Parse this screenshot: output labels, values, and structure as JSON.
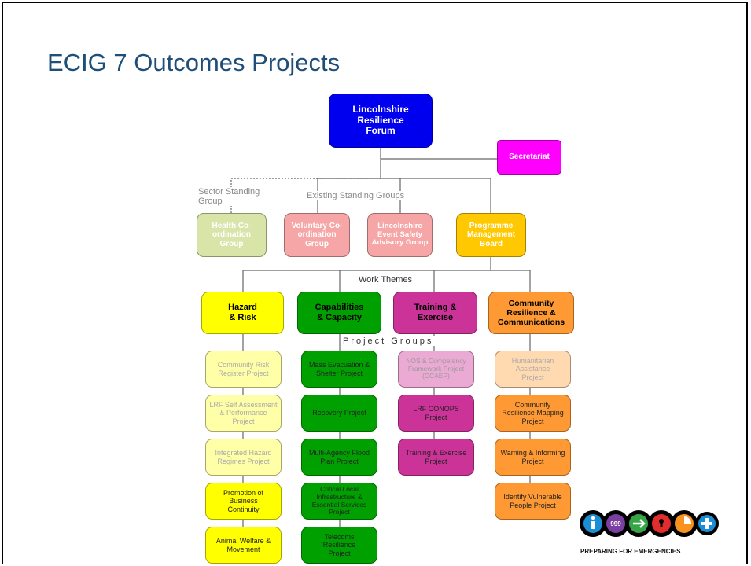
{
  "slide": {
    "title": "ECIG 7 Outcomes Projects"
  },
  "chart": {
    "top": {
      "lrf": "Lincolnshire Resilience Forum",
      "secretariat": "Secretariat"
    },
    "labels": {
      "sector_standing_group": "Sector Standing Group",
      "existing_standing_groups": "Existing Standing Groups",
      "work_themes": "Work Themes",
      "project_groups": "Project Groups"
    },
    "groups": {
      "health": "Health Co-ordination Group",
      "voluntary": "Voluntary Co-ordination Group",
      "event_safety": "Lincolnshire Event Safety Advisory Group",
      "programme": "Programme Management Board"
    },
    "themes": {
      "hazard": "Hazard & Risk",
      "capabilities": "Capabilities & Capacity",
      "training": "Training & Exercise",
      "community": "Community Resilience & Communications"
    },
    "projects": {
      "hazard": [
        "Community Risk Register Project",
        "LRF Self Assessment & Performance Project",
        "Integrated Hazard Regimes Project",
        "Promotion of Business Continuity",
        "Animal Welfare & Movement"
      ],
      "capabilities": [
        "Mass Evacuation & Shelter Project",
        "Recovery Project",
        "Multi-Agency Flood Plan Project",
        "Critical Local Infrastructure & Essential Services Project",
        "Telecoms Resilience Project"
      ],
      "training": [
        "NOS & Competency Framework Project (CCAEP)",
        "LRF CONOPS Project",
        "Training & Exercise Project"
      ],
      "community": [
        "Humanitarian Assistance Project",
        "Community Resilience Mapping Project",
        "Warning & Informing Project",
        "Identify Vulnerable People Project"
      ]
    }
  },
  "logo": {
    "caption": "PREPARING FOR EMERGENCIES",
    "badge_999": "999",
    "icons": [
      "info-icon",
      "999-icon",
      "arrow-icon",
      "keyhole-icon",
      "clock-icon",
      "plus-icon"
    ],
    "colors": [
      "#1a8fd6",
      "#7a3fa0",
      "#36a546",
      "#e02d2d",
      "#f7931e",
      "#1a8fd6"
    ]
  },
  "colors": {
    "lrf": "#0000ee",
    "secretariat": "#ff00ff",
    "health": "#d8e4a8",
    "voluntary": "#f6a6a6",
    "event_safety": "#f6a6a6",
    "programme": "#ffc800",
    "hazard_theme": "#ffff00",
    "capabilities_theme": "#00a000",
    "training_theme": "#cc3399",
    "community_theme": "#ff9933",
    "hazard_light": "#ffffa8",
    "capabilities_proj": "#00a000",
    "training_proj": "#cc3399",
    "training_light": "#ebaad4",
    "community_light": "#ffd9b0",
    "community_proj": "#ff9933"
  }
}
